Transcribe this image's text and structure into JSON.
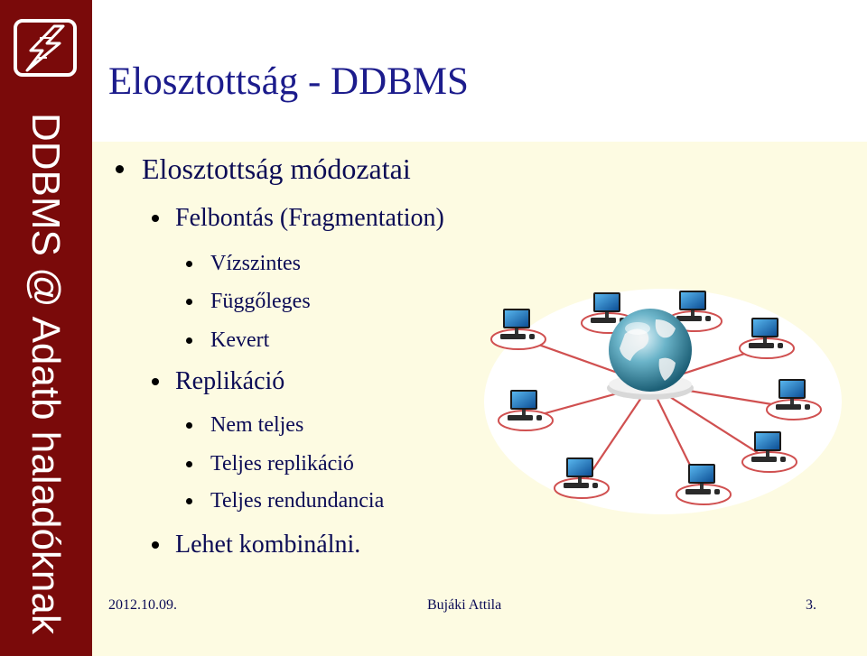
{
  "sidebar": {
    "vertical_text": "DDBMS @ Adatb haladóknak",
    "logo_icon": "lightning-bolt-icon",
    "color": "#7a0a0a"
  },
  "slide": {
    "title": "Elosztottság - DDBMS",
    "bullets": [
      {
        "text": "Elosztottság módozatai",
        "level": 1
      },
      {
        "text": "Felbontás (Fragmentation)",
        "level": 2
      },
      {
        "text": "Vízszintes",
        "level": 3
      },
      {
        "text": "Függőleges",
        "level": 3
      },
      {
        "text": "Kevert",
        "level": 3
      },
      {
        "text": "Replikáció",
        "level": 2
      },
      {
        "text": "Nem teljes",
        "level": 3
      },
      {
        "text": "Teljes replikáció",
        "level": 3
      },
      {
        "text": "Teljes rendundancia",
        "level": 3
      },
      {
        "text": "Lehet kombinálni.",
        "level": 2
      }
    ],
    "illustration_icon": "network-globe-computers-icon"
  },
  "footer": {
    "date": "2012.10.09.",
    "author": "Bujáki Attila",
    "page": "3."
  }
}
